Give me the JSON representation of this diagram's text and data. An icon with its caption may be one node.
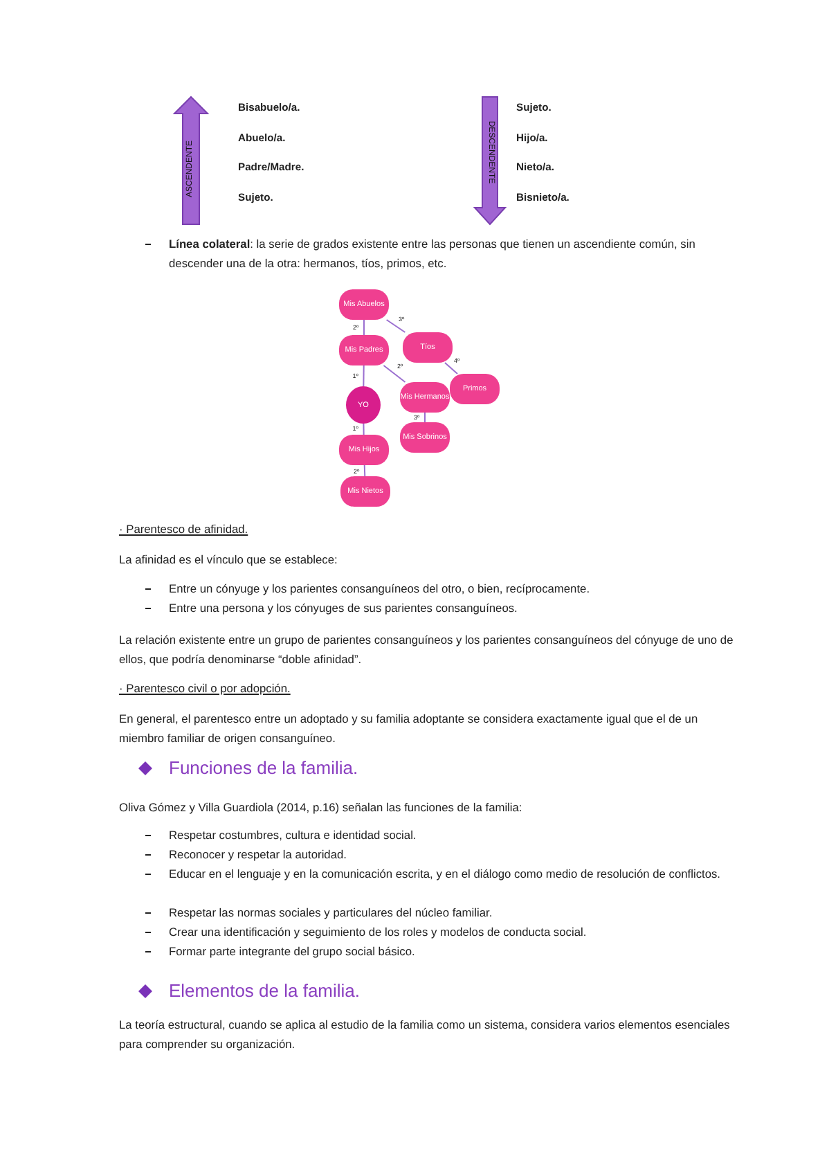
{
  "diagram": {
    "nodes": [
      {
        "text": [
          "ASCENDENTE"
        ]
      },
      {
        "text": [
          "DESCENDENTE"
        ]
      },
      {
        "text": [
          "Mis Abuelos"
        ]
      },
      {
        "text": [
          "Tíos"
        ]
      },
      {
        "text": [
          "Mis Padres"
        ]
      },
      {
        "text": [
          "Primos"
        ]
      },
      {
        "text": [
          "YO"
        ]
      },
      {
        "text": [
          "Mis Hermanos"
        ]
      },
      {
        "text": [
          "Mis Sobrinos"
        ]
      },
      {
        "text": [
          "Mis Hijos"
        ]
      },
      {
        "text": [
          "Mis Nietos"
        ]
      }
    ],
    "edges": [
      {
        "from": 2,
        "to": 3,
        "arrow": "none",
        "label": "3º"
      },
      {
        "from": 2,
        "to": 4,
        "arrow": "none",
        "label": "2º"
      },
      {
        "from": 3,
        "to": 5,
        "arrow": "none",
        "label": "4º"
      },
      {
        "from": 4,
        "to": 6,
        "arrow": "none",
        "label": "1º"
      },
      {
        "from": 4,
        "to": 7,
        "arrow": "none",
        "label": "2º"
      },
      {
        "from": 7,
        "to": 8,
        "arrow": "none",
        "label": "3º"
      },
      {
        "from": 6,
        "to": 9,
        "arrow": "none",
        "label": "1º"
      },
      {
        "from": 9,
        "to": 10,
        "arrow": "none",
        "label": "2º"
      }
    ],
    "labels": [
      "Bisabuelo/a.",
      "Abuelo/a.",
      "Padre/Madre.",
      "Sujeto.",
      "Sujeto.",
      "Hijo/a.",
      "Nieto/a.",
      "Bisnieto/a.",
      "**Línea colateral**: la serie de grados existente entre las personas que tienen un ascendiente común, sin descender una de la otra: hermanos, tíos, primos, etc.",
      "· Parentesco de afinidad.",
      "La afinidad es el vínculo que se establece:",
      "Entre un cónyuge y los parientes consanguíneos del otro, o bien, recíprocamente.",
      "Entre una persona y los cónyuges de sus parientes consanguíneos.",
      "La relación existente entre un grupo de parientes consanguíneos y los parientes consanguíneos del cónyuge de uno de ellos, que podría denominarse “doble afinidad”.",
      "· Parentesco civil o por adopción.",
      "En general, el parentesco entre un adoptado y su familia adoptante se considera exactamente igual que el de un miembro familiar de origen consanguíneo.",
      "Funciones de la familia.",
      "Oliva Gómez y Villa Guardiola (2014, p.16) señalan las funciones de la familia:",
      "Respetar costumbres, cultura e identidad social.",
      "Reconocer y respetar la autoridad.",
      "Educar en el lenguaje y en la comunicación escrita, y en el diálogo como medio de resolución de conflictos.",
      "Respetar las normas sociales y particulares del núcleo familiar.",
      "Crear una identificación y seguimiento de los roles y modelos de conducta social.",
      "Formar parte integrante del grupo social básico.",
      "Elementos de la familia.",
      "La teoría estructural, cuando se aplica al estudio de la familia como un sistema, considera varios elementos esenciales para comprender su organización."
    ]
  }
}
